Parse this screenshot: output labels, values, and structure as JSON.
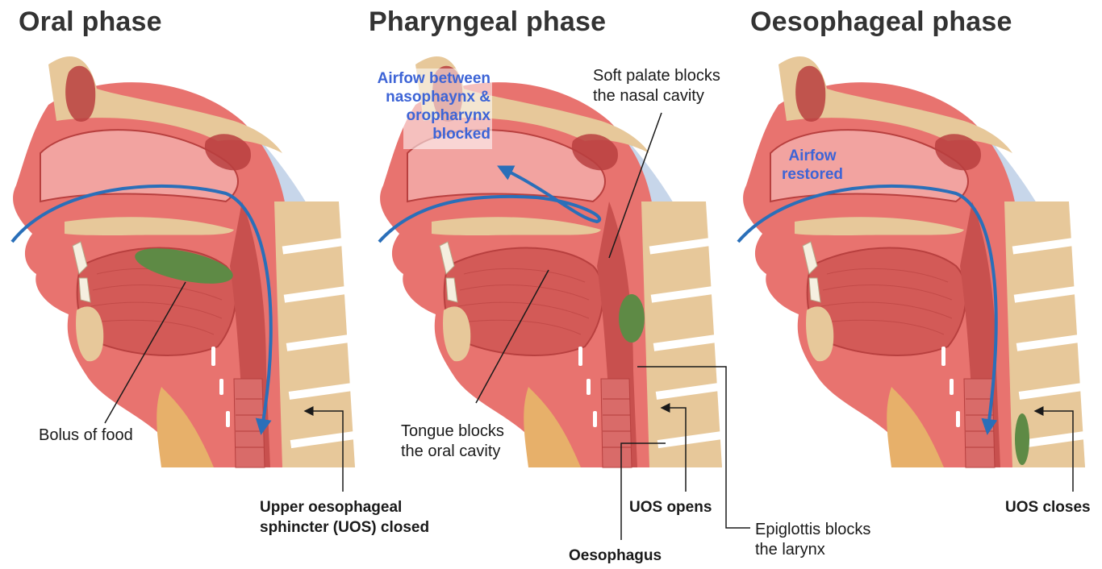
{
  "panels": [
    {
      "title": "Oral phase"
    },
    {
      "title": "Pharyngeal phase"
    },
    {
      "title": "Oesophageal phase"
    }
  ],
  "labels": {
    "bolus": "Bolus of food",
    "uos_closed_l1": "Upper oesophageal",
    "uos_closed_l2": "sphincter (UOS) closed",
    "airflow_blocked": [
      "Airfow between",
      "nasophaynx &",
      "oropharynx",
      "blocked"
    ],
    "soft_palate_l1": "Soft palate blocks",
    "soft_palate_l2": "the nasal cavity",
    "tongue_l1": "Tongue blocks",
    "tongue_l2": "the oral cavity",
    "uos_opens": "UOS opens",
    "oesophagus": "Oesophagus",
    "epiglottis_l1": "Epiglottis blocks",
    "epiglottis_l2": "the larynx",
    "airflow_restored_l1": "Airfow",
    "airflow_restored_l2": "restored",
    "uos_closes": "UOS closes"
  },
  "colors": {
    "skin": "#e8736f",
    "tissue_dark": "#b8403f",
    "tissue_light": "#f2a3a0",
    "bone": "#e7c89a",
    "vertebra_gap": "#ffffff",
    "bolus": "#5e8a45",
    "arrow": "#2a6fb9",
    "airway_blue": "#c7d6ea",
    "label_blue": "#3d64d6"
  }
}
